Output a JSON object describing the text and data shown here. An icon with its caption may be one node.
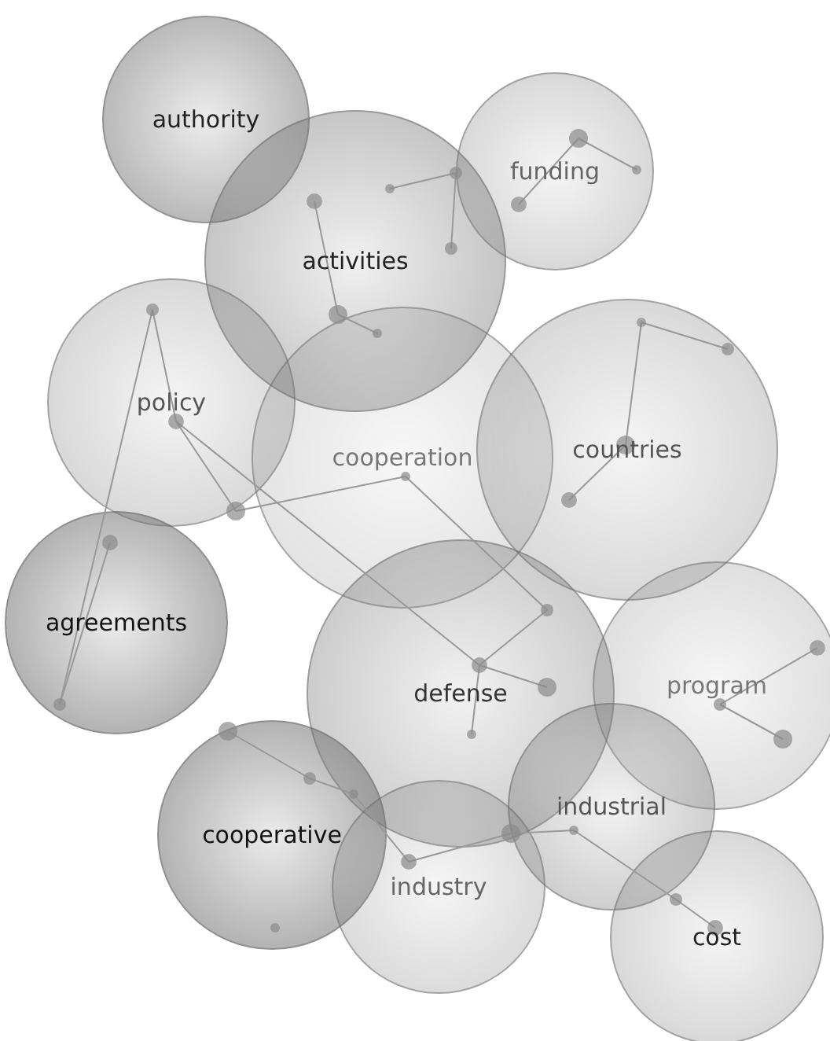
{
  "diagram": {
    "nodes": [
      {
        "text": [
          "authority"
        ]
      },
      {
        "text": [
          "funding"
        ]
      },
      {
        "text": [
          "activities"
        ]
      },
      {
        "text": [
          "policy"
        ]
      },
      {
        "text": [
          "cooperation"
        ]
      },
      {
        "text": [
          "countries"
        ]
      },
      {
        "text": [
          "agreements"
        ]
      },
      {
        "text": [
          "defense"
        ]
      },
      {
        "text": [
          "program"
        ]
      },
      {
        "text": [
          "cooperative"
        ]
      },
      {
        "text": [
          "industrial"
        ]
      },
      {
        "text": [
          "industry"
        ]
      },
      {
        "text": [
          "cost"
        ]
      }
    ]
  }
}
